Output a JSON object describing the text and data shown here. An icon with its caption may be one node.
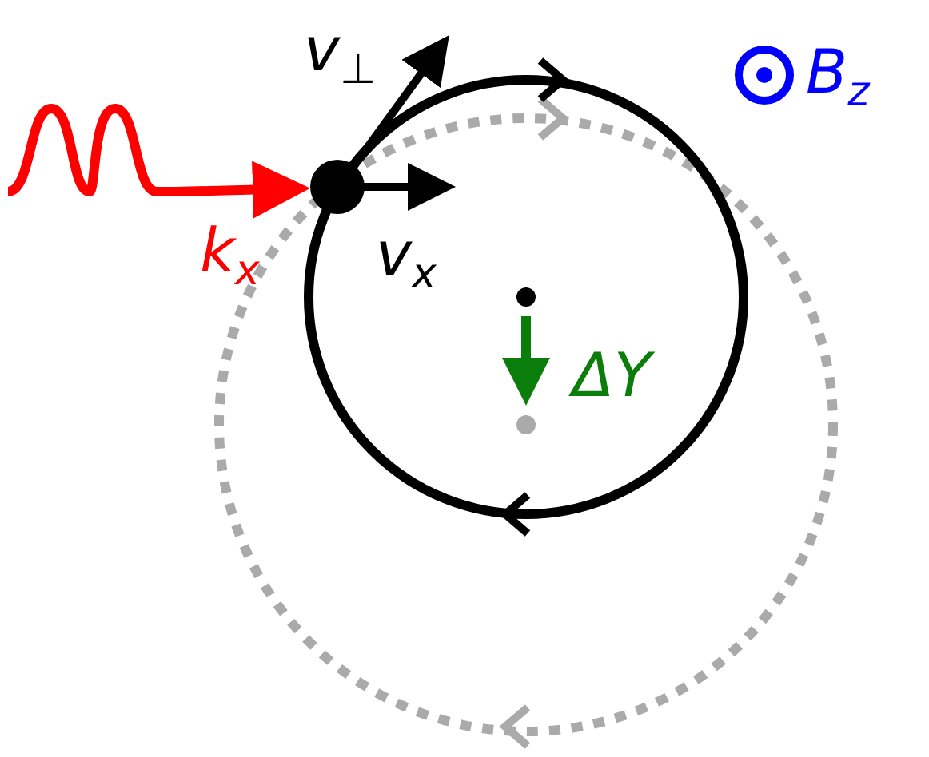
{
  "diagram": {
    "labels": [
      "v$_{⊥}$",
      "B$_{z}$",
      "k$_{x}$",
      "v$_{x}$",
      "ΔY"
    ]
  }
}
